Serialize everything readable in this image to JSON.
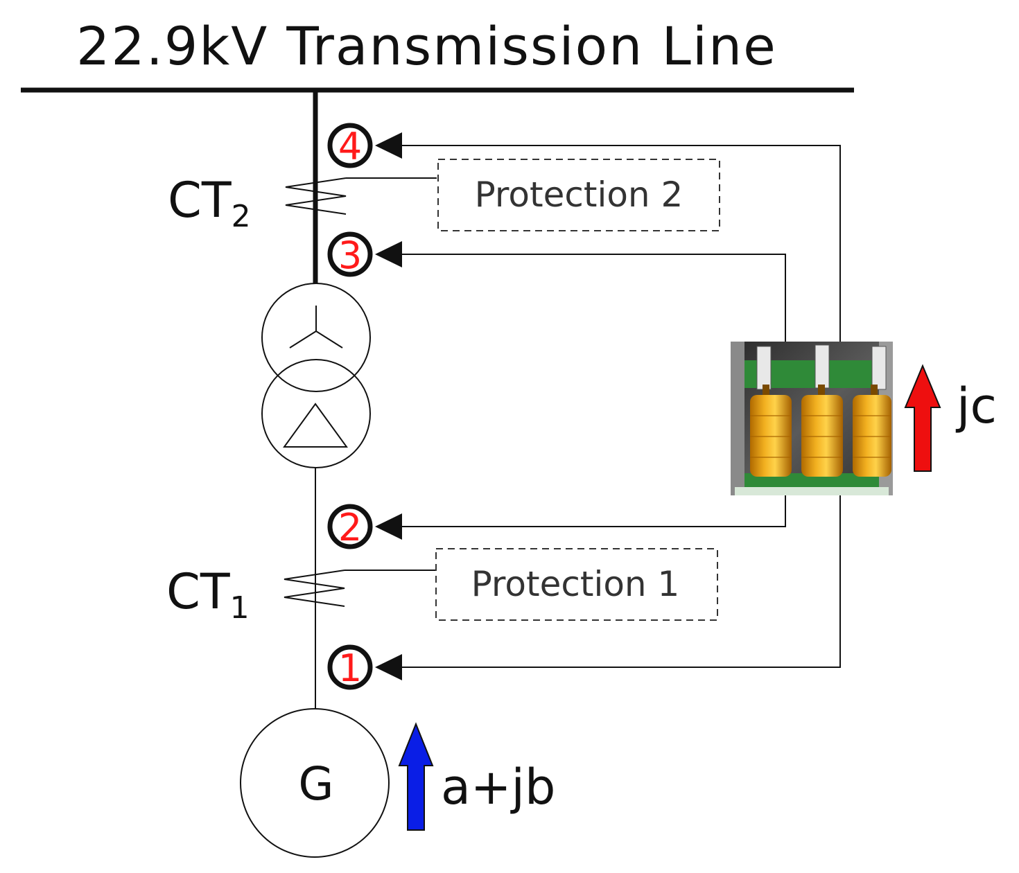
{
  "title": "22.9kV Transmission Line",
  "ct2": {
    "base": "CT",
    "sub": "2"
  },
  "ct1": {
    "base": "CT",
    "sub": "1"
  },
  "protection2": "Protection 2",
  "protection1": "Protection 1",
  "points": {
    "p1": "1",
    "p2": "2",
    "p3": "3",
    "p4": "4"
  },
  "generator": "G",
  "current_generator": "a+jb",
  "current_injection": "jc",
  "colors": {
    "arrow_generator": "#0a1ee6",
    "arrow_injection": "#ee0f0f",
    "point_numbers": "#ff1a1a",
    "lines": "#111111"
  }
}
